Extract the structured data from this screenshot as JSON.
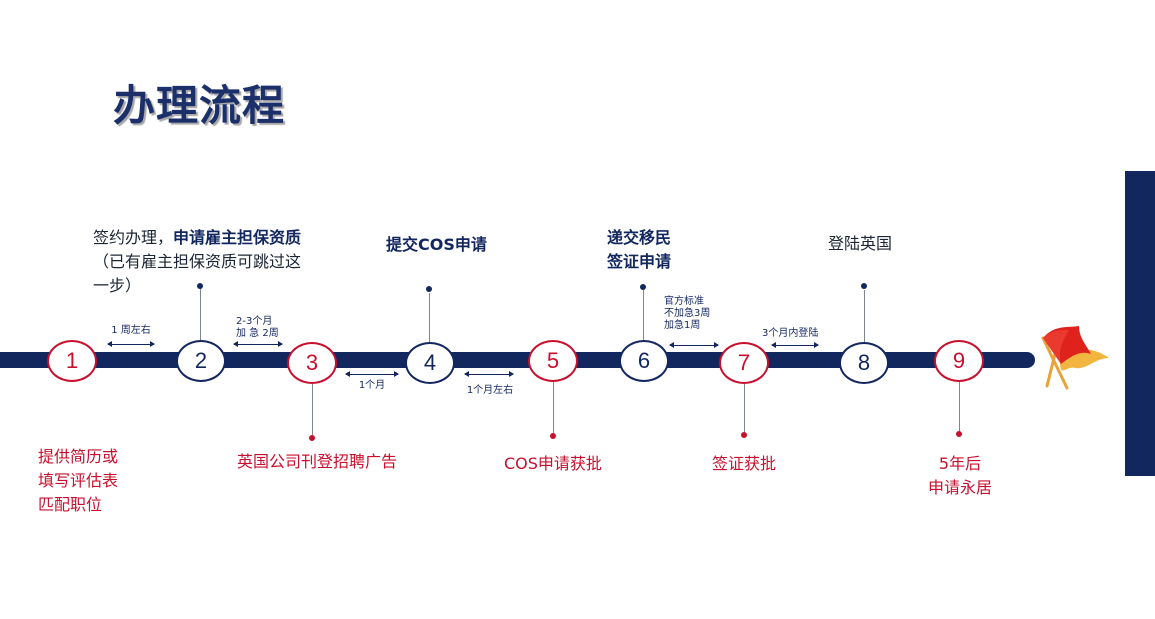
{
  "title": "办理流程",
  "steps": [
    {
      "number": "1",
      "bottom_lines": [
        "提供简历或",
        "填写评估表",
        "匹配职位"
      ]
    },
    {
      "number": "2",
      "top_prefix": "签约办理，",
      "top_bold": "申请雇主担保资质",
      "top_lines": [
        "（已有雇主担保资质可跳过这",
        "一步）"
      ]
    },
    {
      "number": "3",
      "bottom_lines": [
        "英国公司刊登招聘广告"
      ]
    },
    {
      "number": "4",
      "top_lines": [
        "提交COS申请"
      ]
    },
    {
      "number": "5",
      "bottom_lines": [
        "COS申请获批"
      ]
    },
    {
      "number": "6",
      "top_lines": [
        "递交移民",
        "签证申请"
      ]
    },
    {
      "number": "7",
      "bottom_lines": [
        "签证获批"
      ]
    },
    {
      "number": "8",
      "top_lines": [
        "登陆英国"
      ]
    },
    {
      "number": "9",
      "bottom_lines": [
        "5年后",
        "申请永居"
      ]
    }
  ],
  "durations": {
    "d1_2": "1 周左右",
    "d2_3": [
      "2-3个月",
      "加 急 2周"
    ],
    "d3_4": "1个月",
    "d4_5": "1个月左右",
    "d6_7": [
      "官方标准",
      "不加急3周",
      "加急1周"
    ],
    "d7_8": "3个月内登陆"
  },
  "colors": {
    "navy": "#13275f",
    "red": "#c8102e",
    "title": "#1b2f6b"
  },
  "icons": {
    "end_marker": "red-flags-icon"
  }
}
